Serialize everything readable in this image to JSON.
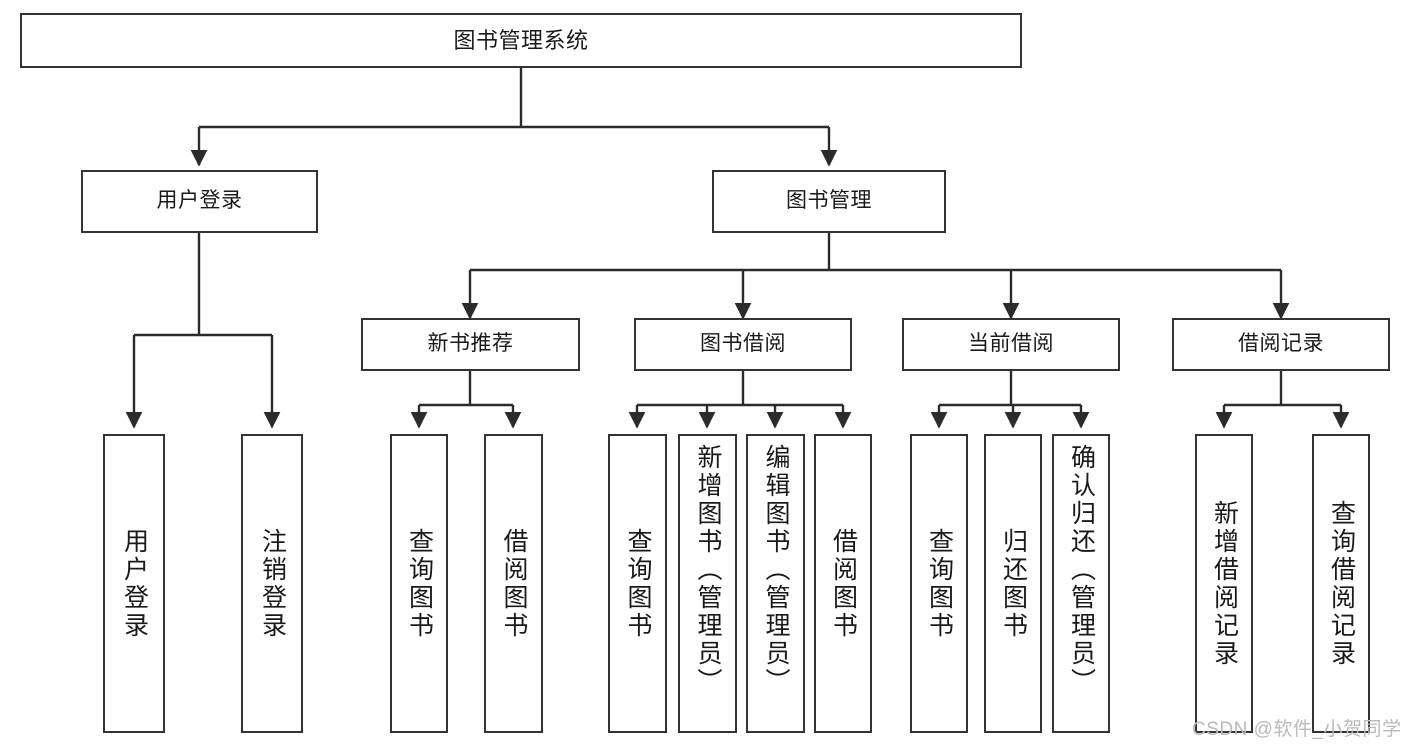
{
  "diagram": {
    "title_node": {
      "label": "图书管理系统"
    },
    "level2": [
      {
        "id": "user-login",
        "label": "用户登录"
      },
      {
        "id": "book-management",
        "label": "图书管理"
      }
    ],
    "level3": [
      {
        "id": "new-book-recommend",
        "label": "新书推荐"
      },
      {
        "id": "book-borrow",
        "label": "图书借阅"
      },
      {
        "id": "current-borrow",
        "label": "当前借阅"
      },
      {
        "id": "borrow-record",
        "label": "借阅记录"
      }
    ],
    "leaves": {
      "user_login": [
        {
          "id": "leaf-user-login",
          "label": "用户登录"
        },
        {
          "id": "leaf-logout",
          "label": "注销登录"
        }
      ],
      "new_book_recommend": [
        {
          "id": "leaf-query-book-1",
          "label": "查询图书"
        },
        {
          "id": "leaf-borrow-book-1",
          "label": "借阅图书"
        }
      ],
      "book_borrow": [
        {
          "id": "leaf-query-book-2",
          "label": "查询图书"
        },
        {
          "id": "leaf-add-book",
          "label": "新增图书（管理员）"
        },
        {
          "id": "leaf-edit-book",
          "label": "编辑图书（管理员）"
        },
        {
          "id": "leaf-borrow-book-2",
          "label": "借阅图书"
        }
      ],
      "current_borrow": [
        {
          "id": "leaf-query-book-3",
          "label": "查询图书"
        },
        {
          "id": "leaf-return-book",
          "label": "归还图书"
        },
        {
          "id": "leaf-confirm-return",
          "label": "确认归还（管理员）"
        }
      ],
      "borrow_record": [
        {
          "id": "leaf-add-record",
          "label": "新增借阅记录"
        },
        {
          "id": "leaf-query-record",
          "label": "查询借阅记录"
        }
      ]
    }
  },
  "watermark": {
    "text": "CSDN @软件_小贺同学"
  },
  "colors": {
    "border": "#333333",
    "background": "#ffffff",
    "text": "#1a1a1a",
    "watermark": "#b9b9b9"
  }
}
